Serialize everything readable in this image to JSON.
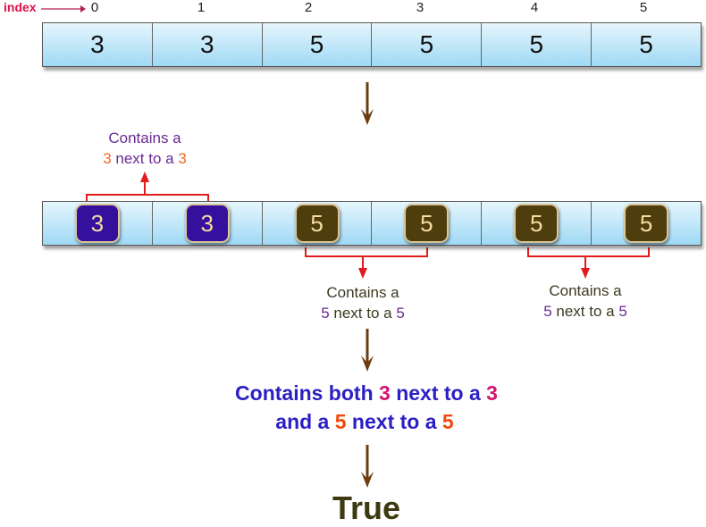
{
  "index_label": "index",
  "indices": [
    "0",
    "1",
    "2",
    "3",
    "4",
    "5"
  ],
  "array": [
    "3",
    "3",
    "5",
    "5",
    "5",
    "5"
  ],
  "colors": {
    "badge_3": "#35109c",
    "badge_5": "#4e3e0e",
    "bracket": "#e21c1c",
    "arrow": "#6b3d10"
  },
  "caption_3": {
    "line1": "Contains a",
    "num1": "3",
    "mid": " next to a ",
    "num2": "3"
  },
  "caption_5a": {
    "line1": "Contains a",
    "num1": "5",
    "mid": " next to a ",
    "num2": "5"
  },
  "caption_5b": {
    "line1": "Contains a",
    "num1": "5",
    "mid": " next to a ",
    "num2": "5"
  },
  "conclusion": {
    "l1a": "Contains both ",
    "l1n1": "3",
    "l1b": " next to a ",
    "l1n2": "3",
    "l2a": "and a ",
    "l2n1": "5",
    "l2b": " next to a ",
    "l2n2": "5"
  },
  "result": "True"
}
